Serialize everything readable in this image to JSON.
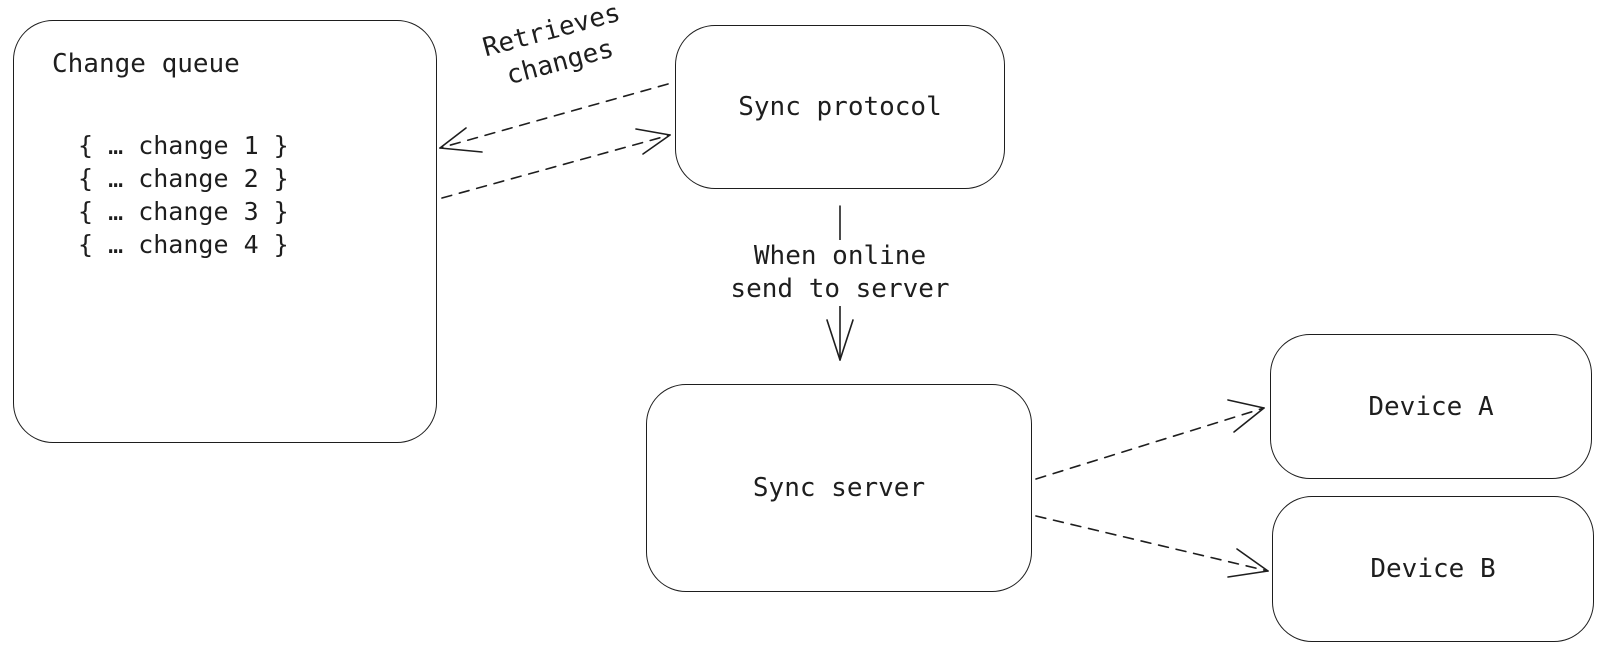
{
  "change_queue": {
    "title": "Change queue",
    "items": [
      "{ … change 1 }",
      "{ … change 2 }",
      "{ … change 3 }",
      "{ … change 4 }"
    ]
  },
  "sync_protocol": {
    "title": "Sync protocol"
  },
  "sync_server": {
    "title": "Sync server"
  },
  "device_a": {
    "title": "Device A"
  },
  "device_b": {
    "title": "Device B"
  },
  "edges": {
    "retrieves": {
      "line1": "Retrieves",
      "line2": "changes"
    },
    "online": {
      "line1": "When online",
      "line2": "send to server"
    }
  },
  "colors": {
    "stroke": "#1e1e1e",
    "background": "#ffffff"
  }
}
